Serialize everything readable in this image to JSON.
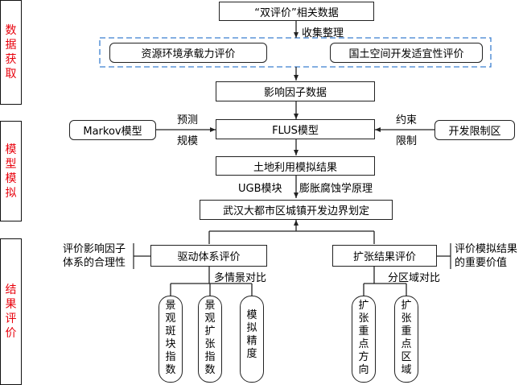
{
  "sidebar": {
    "data_acquisition": "数据获取",
    "model_simulation": "模型模拟",
    "result_evaluation": "结果评价"
  },
  "boxes": {
    "shuang_data": "“双评价”相关数据",
    "resource_capacity": "资源环境承载力评价",
    "land_suitability": "国土空间开发适宜性评价",
    "factor_data": "影响因子数据",
    "markov": "Markov模型",
    "flus": "FLUS模型",
    "restriction_zone": "开发限制区",
    "land_sim_result": "土地利用模拟结果",
    "boundary": "武汉大都市区城镇开发边界划定",
    "driving_eval": "驱动体系评价",
    "expansion_eval": "扩张结果评价"
  },
  "labels": {
    "collect": "收集整理",
    "predict": "预测",
    "scale": "规模",
    "constraint": "约束",
    "limit": "限制",
    "ugb": "UGB模块",
    "erosion": "膨胀腐蚀学原理",
    "multi_scenario": "多情景对比",
    "zone_compare": "分区域对比"
  },
  "notes": {
    "factor_rationality": "评价影响因子\n体系的合理性",
    "importance": "评价模拟结果\n的重要价值"
  },
  "pills": {
    "patch_index": "景观斑块指数",
    "expansion_index": "景观扩张指数",
    "sim_accuracy": "模拟精度",
    "direction": "扩张重点方向",
    "region": "扩张重点区域"
  }
}
